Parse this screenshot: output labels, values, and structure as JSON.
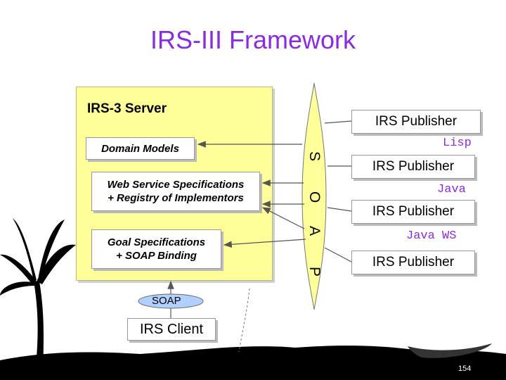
{
  "title": "IRS-III Framework",
  "server": {
    "title": "IRS-3 Server",
    "boxes": [
      "Domain Models",
      "Web Service Specifications\n+ Registry of Implementors",
      "Goal Specifications\n+ SOAP Binding"
    ]
  },
  "soap_letters": [
    "S",
    "O",
    "A",
    "P"
  ],
  "publishers": [
    {
      "name": "IRS Publisher",
      "lang": "Lisp"
    },
    {
      "name": "IRS Publisher",
      "lang": "Java"
    },
    {
      "name": "IRS Publisher",
      "lang": "Java WS"
    },
    {
      "name": "IRS Publisher",
      "lang": ""
    }
  ],
  "soap_label": "SOAP",
  "client": "IRS Client",
  "page_number": "154",
  "colors": {
    "title": "#8a2be2",
    "server_bg": "#ffff99",
    "language": "#8a2be2"
  }
}
